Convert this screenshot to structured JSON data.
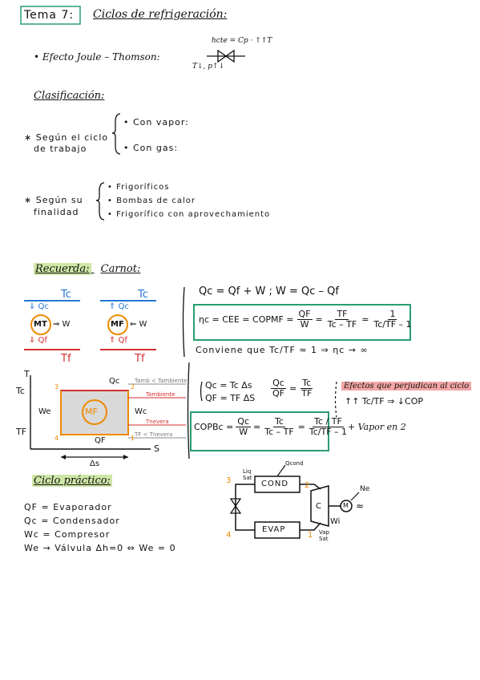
{
  "header": {
    "tema_label": "Tema 7:",
    "title": "Ciclos de refrigeración:"
  },
  "joule": {
    "bullet": "• Efecto  Joule – Thomson:",
    "top_label": "hcte = Cp · ↑↑T",
    "bottom_label": "T↓, p↑↓"
  },
  "clasificacion": {
    "heading": "Clasificación:",
    "group1_label_line1": "∗ Según el ciclo",
    "group1_label_line2": "de trabajo",
    "group1_items": [
      "• Con vapor:",
      "• Con gas:"
    ],
    "group2_label_line1": "∗ Según su",
    "group2_label_line2": "finalidad",
    "group2_items": [
      "• Frigoríficos",
      "• Bombas de calor",
      "• Frigorífico con aprovechamiento"
    ]
  },
  "carnot": {
    "heading_a": "Recuerda:",
    "heading_b": "Carnot:",
    "mt": {
      "tc": "Tc",
      "qc": "⇓ Qc",
      "machine": "MT",
      "w": "⇒ W",
      "qf": "⇓ Qf",
      "tf": "Tf"
    },
    "mf": {
      "tc": "Tc",
      "qc": "⇑ Qc",
      "machine": "MF",
      "w": "⇐ W",
      "qf": "⇑ Qf",
      "tf": "Tf"
    },
    "eq1": "Qc  =  Qf  +  W ;      W = Qc – Qf",
    "eta_lhs": "ηc = CEE = COPMF =",
    "eta_f1_num": "QF",
    "eta_f1_den": "W",
    "eta_f2_num": "TF",
    "eta_f2_den": "Tc – TF",
    "eta_f3_num": "1",
    "eta_f3_den": "Tc/TF – 1",
    "conviene": "Conviene que  Tc/TF ≈ 1  ⇒  ηc → ∞"
  },
  "ts_diagram": {
    "axis_t": "T",
    "axis_s": "S",
    "tc": "Tc",
    "tf": "TF",
    "qc": "Qc",
    "qf": "QF",
    "we": "We",
    "wc": "Wc",
    "mf": "MF",
    "ds": "Δs",
    "points": [
      "3",
      "2",
      "4",
      "1"
    ],
    "legend_tamb_lt": "Tamb < Tambiente",
    "legend_tambiente": "Tambiente",
    "legend_tnevera": "Tnevera",
    "legend_tf_lt": "TF < Tnevera"
  },
  "ts_equations": {
    "eq_line1": "Qc = Tc Δs",
    "eq_line2": "QF = TF ΔS",
    "ratio_num_l": "Qc",
    "ratio_den_l": "QF",
    "ratio_num_r": "Tc",
    "ratio_den_r": "TF",
    "cop_label": "COPBc =",
    "cop_f1_num": "Qc",
    "cop_f1_den": "W",
    "cop_f2_num": "Tc",
    "cop_f2_den": "Tc – TF",
    "cop_f3_num": "Tc / TF",
    "cop_f3_den": "Tc/TF – 1"
  },
  "efectos": {
    "heading": "Efectos que perjudican al ciclo",
    "line1": "↑↑ Tc/TF ⇒ ↓COP",
    "line2": "+ Vapor en 2"
  },
  "practico": {
    "heading": "Ciclo práctico:",
    "lines": [
      "QF = Evaporador",
      "Qc = Condensador",
      "Wc = Compresor",
      "We → Válvula  Δh=0  ⇔  We = 0"
    ]
  },
  "schematic": {
    "cond": "COND",
    "evap": "EVAP",
    "compressor": "C",
    "motor": "M",
    "qcond": "Qcond",
    "liq_sat": "Liq Sat",
    "vap_sat": "Vap Sat",
    "wi": "Wi",
    "ne": "Ne",
    "approx": "≈",
    "n1": "1",
    "n2": "2",
    "n3": "3",
    "n4": "4"
  },
  "colors": {
    "blue": "#2478d6",
    "red": "#d32f2f",
    "orange": "#ee8a00",
    "green_box": "#2a9d6f",
    "highlight_green": "#cfe7a6",
    "highlight_red": "#f4a6a6",
    "gray_fill": "#d9d9d9"
  }
}
